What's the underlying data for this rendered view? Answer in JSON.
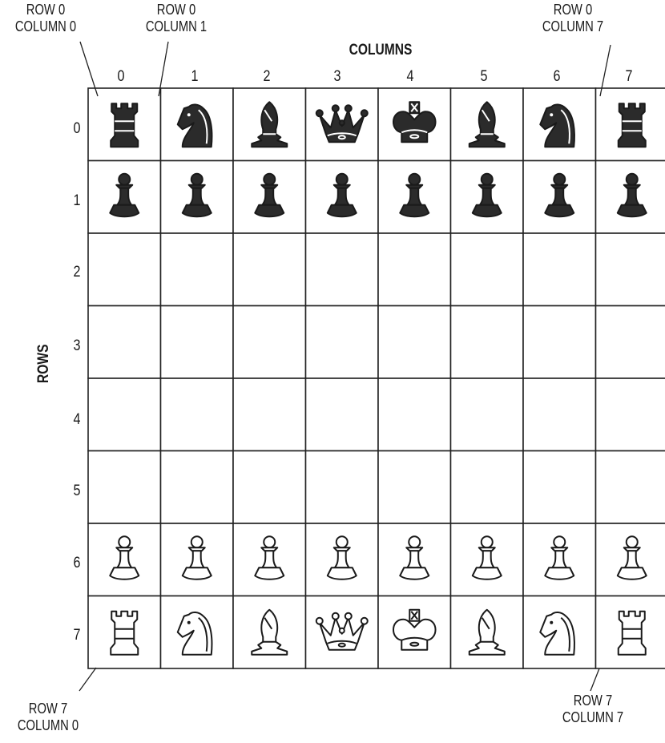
{
  "callouts": {
    "top_left": [
      "ROW 0",
      "COLUMN 0"
    ],
    "top_second": [
      "ROW 0",
      "COLUMN 1"
    ],
    "top_right": [
      "ROW 0",
      "COLUMN 7"
    ],
    "bottom_left": [
      "ROW 7",
      "COLUMN 0"
    ],
    "bottom_right": [
      "ROW 7",
      "COLUMN 7"
    ]
  },
  "columns_title": "COLUMNS",
  "rows_title": "ROWS",
  "column_labels": [
    "0",
    "1",
    "2",
    "3",
    "4",
    "5",
    "6",
    "7"
  ],
  "row_labels": [
    "0",
    "1",
    "2",
    "3",
    "4",
    "5",
    "6",
    "7"
  ],
  "board": [
    [
      "black-rook",
      "black-knight",
      "black-bishop",
      "black-queen",
      "black-king",
      "black-bishop",
      "black-knight",
      "black-rook"
    ],
    [
      "black-pawn",
      "black-pawn",
      "black-pawn",
      "black-pawn",
      "black-pawn",
      "black-pawn",
      "black-pawn",
      "black-pawn"
    ],
    [
      "",
      "",
      "",
      "",
      "",
      "",
      "",
      ""
    ],
    [
      "",
      "",
      "",
      "",
      "",
      "",
      "",
      ""
    ],
    [
      "",
      "",
      "",
      "",
      "",
      "",
      "",
      ""
    ],
    [
      "",
      "",
      "",
      "",
      "",
      "",
      "",
      ""
    ],
    [
      "white-pawn",
      "white-pawn",
      "white-pawn",
      "white-pawn",
      "white-pawn",
      "white-pawn",
      "white-pawn",
      "white-pawn"
    ],
    [
      "white-rook",
      "white-knight",
      "white-bishop",
      "white-queen",
      "white-king",
      "white-bishop",
      "white-knight",
      "white-rook"
    ]
  ],
  "colors": {
    "black_piece": "#2b2b2b",
    "white_piece": "#ffffff",
    "outline": "#1a1a1a"
  }
}
